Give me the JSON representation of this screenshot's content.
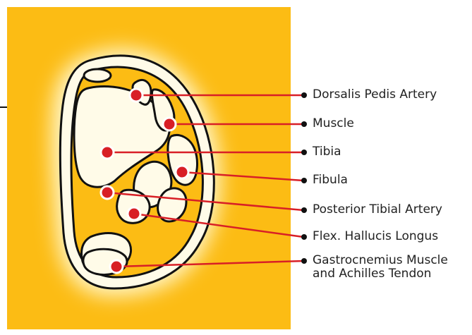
{
  "colors": {
    "panel": "#fcbc14",
    "glow": "#fff6c8",
    "outline": "#111111",
    "marker": "#d81f26",
    "marker_ring": "#ffffff",
    "leader": "#d81f26",
    "label_dot": "#111111"
  },
  "labels": [
    {
      "id": "dorsalis-pedis-artery",
      "text": "Dorsalis Pedis Artery"
    },
    {
      "id": "muscle",
      "text": "Muscle"
    },
    {
      "id": "tibia",
      "text": "Tibia"
    },
    {
      "id": "fibula",
      "text": "Fibula"
    },
    {
      "id": "posterior-tibial-artery",
      "text": "Posterior Tibial Artery"
    },
    {
      "id": "flex-hallucis-longus",
      "text": "Flex. Hallucis Longus"
    },
    {
      "id": "gastrocnemius",
      "line1": "Gastrocnemius Muscle",
      "line2": "and Achilles Tendon"
    }
  ]
}
